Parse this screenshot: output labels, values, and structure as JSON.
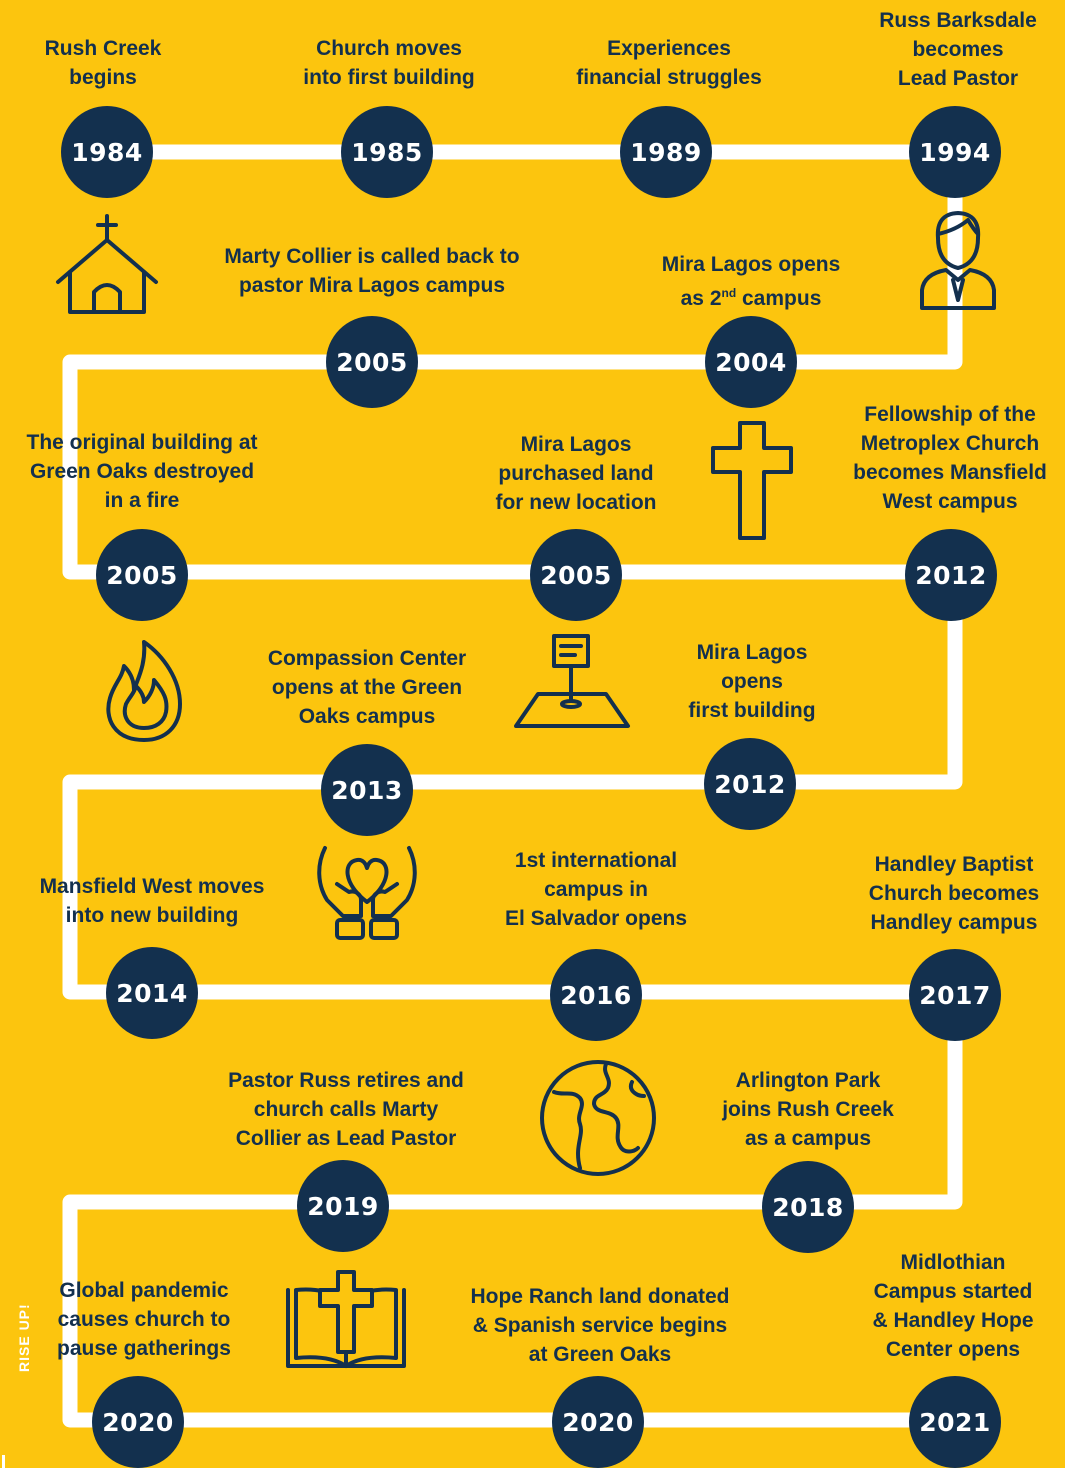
{
  "brand_text": "RISE UP!",
  "colors": {
    "background": "#FCC50E",
    "node": "#13304E",
    "track": "#FFFFFF",
    "text": "#13304E"
  },
  "milestones": [
    {
      "year": "1984",
      "text": "Rush Creek\nbegins"
    },
    {
      "year": "1985",
      "text": "Church moves\ninto first building"
    },
    {
      "year": "1989",
      "text": "Experiences\nfinancial struggles"
    },
    {
      "year": "1994",
      "text": "Russ Barksdale\nbecomes\nLead Pastor"
    },
    {
      "year": "2004",
      "text": "Mira Lagos opens\nas 2nd campus"
    },
    {
      "year": "2005",
      "text": "Marty Collier is called back to\npastor Mira Lagos campus"
    },
    {
      "year": "2005",
      "text": "The original building at\nGreen Oaks destroyed\nin a fire"
    },
    {
      "year": "2005",
      "text": "Mira Lagos\npurchased land\nfor new location"
    },
    {
      "year": "2012",
      "text": "Fellowship of the\nMetroplex Church\nbecomes Mansfield\nWest campus"
    },
    {
      "year": "2012",
      "text": "Mira Lagos\nopens\nfirst building"
    },
    {
      "year": "2013",
      "text": "Compassion Center\nopens at the Green\nOaks campus"
    },
    {
      "year": "2014",
      "text": "Mansfield West moves\ninto new building"
    },
    {
      "year": "2016",
      "text": "1st international\ncampus in\nEl Salvador opens"
    },
    {
      "year": "2017",
      "text": "Handley Baptist\nChurch becomes\nHandley campus"
    },
    {
      "year": "2018",
      "text": "Arlington Park\njoins Rush Creek\nas a campus"
    },
    {
      "year": "2019",
      "text": "Pastor Russ retires and\nchurch calls Marty\nCollier as Lead Pastor"
    },
    {
      "year": "2020",
      "text": "Global pandemic\ncauses church to\npause gatherings"
    },
    {
      "year": "2020",
      "text": "Hope Ranch land donated\n& Spanish service begins\nat Green Oaks"
    },
    {
      "year": "2021",
      "text": "Midlothian\nCampus started\n& Handley Hope\nCenter opens"
    }
  ],
  "icons": [
    "church-icon",
    "pastor-icon",
    "cross-icon",
    "fire-icon",
    "land-sign-icon",
    "heart-hands-icon",
    "globe-icon",
    "bible-cross-icon"
  ]
}
